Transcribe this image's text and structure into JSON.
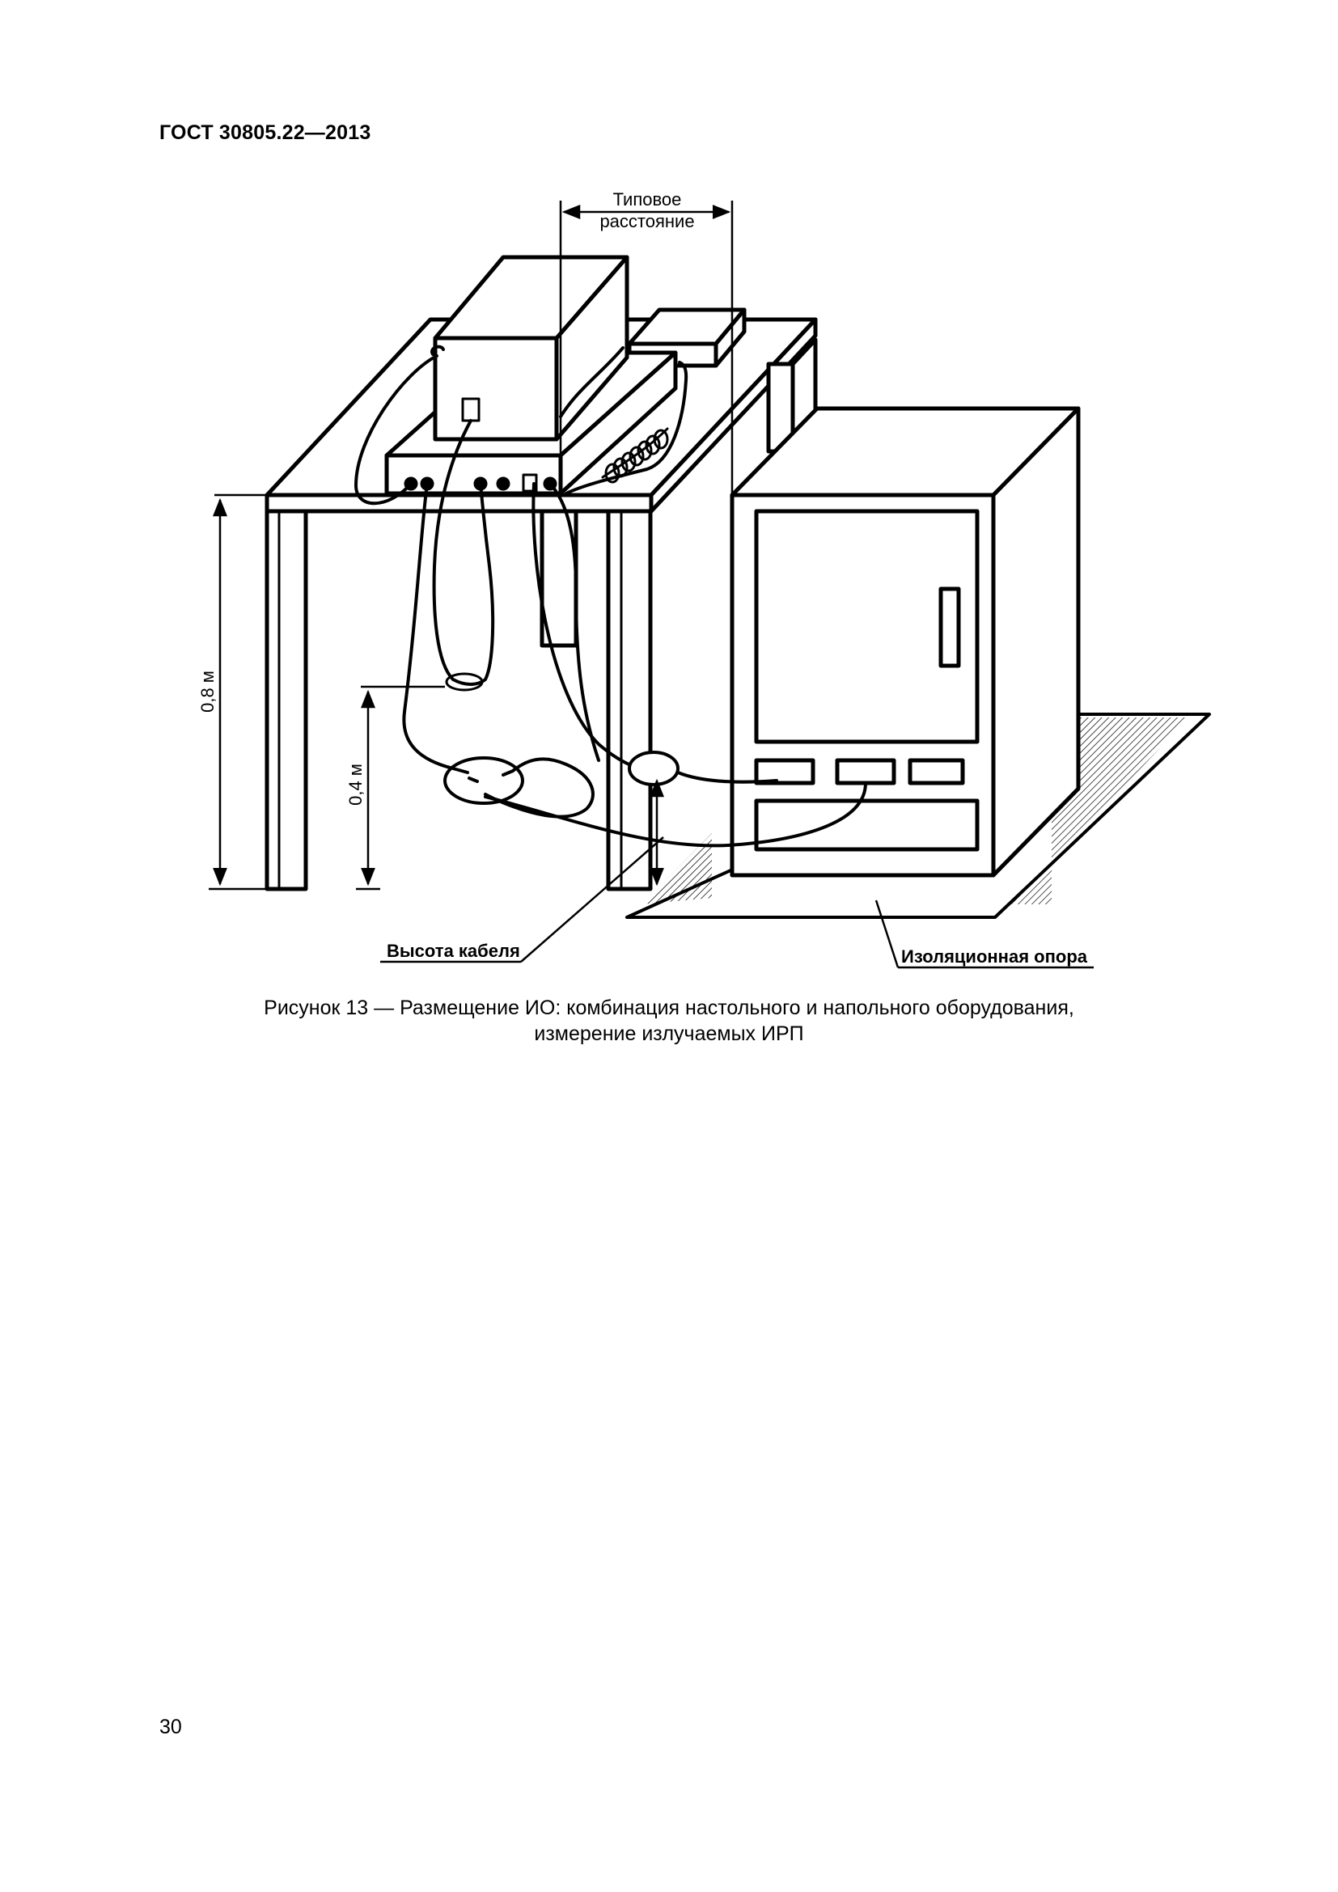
{
  "header": {
    "standard": "ГОСТ 30805.22—2013"
  },
  "figure": {
    "labels": {
      "typical_distance_line1": "Типовое",
      "typical_distance_line2": "расстояние",
      "table_height": "0,8 м",
      "cable_height_dim": "0,4 м",
      "cable_height": "Высота кабеля",
      "insulating_support": "Изоляционная опора"
    }
  },
  "caption": {
    "line1": "Рисунок 13 — Размещение ИО: комбинация настольного и напольного оборудования,",
    "line2": "измерение излучаемых ИРП"
  },
  "page": {
    "number": "30"
  }
}
